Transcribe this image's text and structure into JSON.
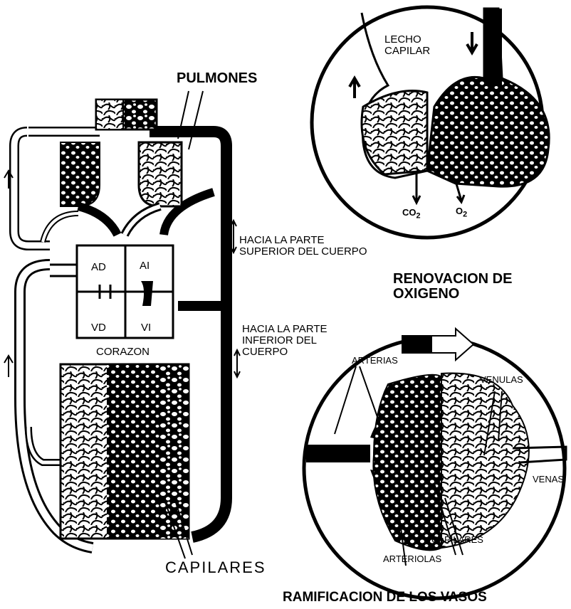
{
  "labels": {
    "pulmones": "PULMONES",
    "lecho_capilar": "LECHO\nCAPILAR",
    "co2": "CO",
    "co2_sub": "2",
    "o2": "O",
    "o2_sub": "2",
    "renovacion": "RENOVACION DE\nOXIGENO",
    "hacia_superior": "HACIA LA PARTE\nSUPERIOR DEL CUERPO",
    "hacia_inferior": "HACIA LA PARTE\nINFERIOR DEL\nCUERPO",
    "ad": "AD",
    "ai": "AI",
    "vd": "VD",
    "vi": "VI",
    "corazon": "CORAZON",
    "capilares_main": "CAPILARES",
    "arterias": "ARTERIAS",
    "venulas": "VENULAS",
    "venas": "VENAS",
    "capilares_small": "CAPILARES",
    "arteriolas": "ARTERIOLAS",
    "ramificacion": "RAMIFICACION DE LOS VASOS"
  }
}
